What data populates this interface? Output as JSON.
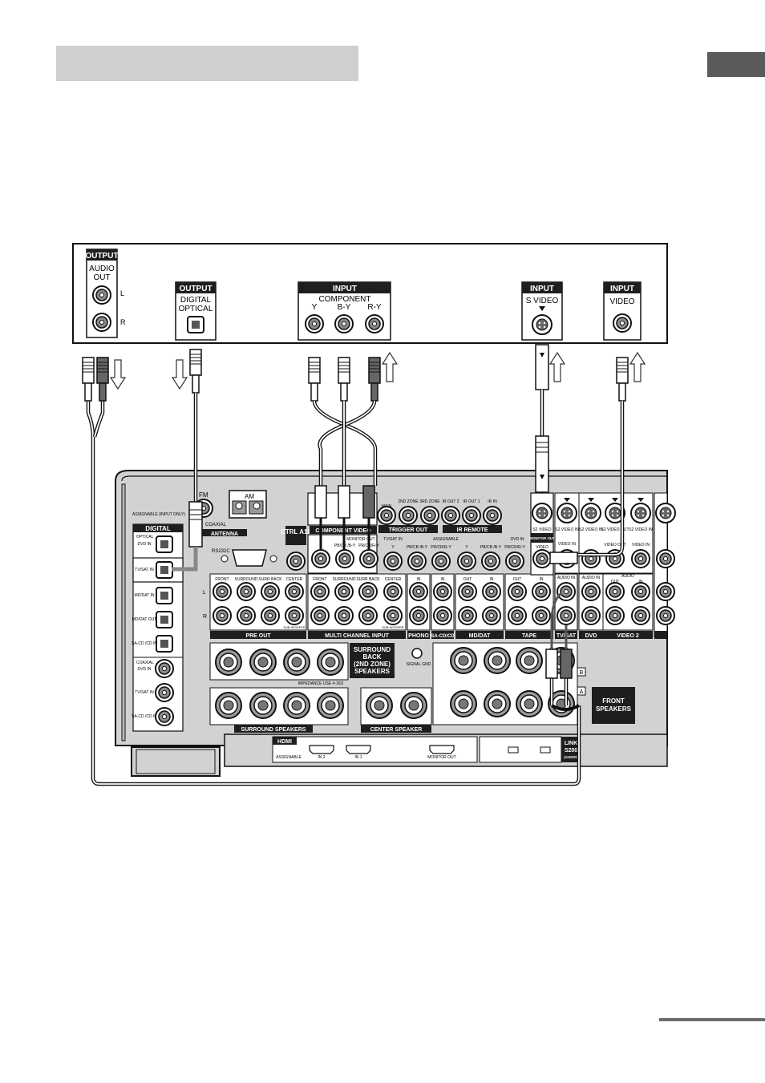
{
  "source_device": {
    "audio_out": {
      "header": "OUTPUT",
      "title_l1": "AUDIO",
      "title_l2": "OUT",
      "left": "L",
      "right": "R"
    },
    "digital_optical": {
      "header": "OUTPUT",
      "title_l1": "DIGITAL",
      "title_l2": "OPTICAL"
    },
    "component": {
      "header": "INPUT",
      "title": "COMPONENT",
      "jacks": [
        "Y",
        "B-Y",
        "R-Y"
      ]
    },
    "s_video": {
      "header": "INPUT",
      "title": "S VIDEO"
    },
    "video": {
      "header": "INPUT",
      "title": "VIDEO"
    }
  },
  "receiver": {
    "antenna": {
      "fm": "FM",
      "am": "AM",
      "coaxial": "COAXIAL",
      "label": "ANTENNA"
    },
    "digital": {
      "assignable": "ASSIGNABLE (INPUT ONLY)",
      "header": "DIGITAL",
      "optical": "OPTICAL",
      "coaxial": "COAXIAL",
      "optical_inputs": [
        "DVD IN",
        "TV/SAT IN",
        "MD/DAT IN",
        "MD/DAT OUT",
        "SA-CD /CD IN"
      ],
      "coaxial_inputs": [
        "DVD IN",
        "TV/SAT IN",
        "SA-CD /CD IN"
      ]
    },
    "ctrl": "CTRL A1II",
    "rs232c": "RS232C",
    "component_video": {
      "header": "COMPONENT VIDEO",
      "monitor_out": "MONITOR OUT",
      "tvsat_in": "TV/SAT IN",
      "dvd_in": "DVD IN",
      "assignable": "ASSIGNABLE",
      "jacks": [
        "Y",
        "PB/CB /B-Y",
        "PR/CR/R-Y",
        "Y",
        "PB/CB /B-Y",
        "PR/CR/R-Y",
        "Y",
        "PB/CB /B-Y",
        "PR/CR/R-Y"
      ]
    },
    "trigger_out": {
      "header": "TRIGGER OUT",
      "jacks": [
        "MAIN",
        "2ND ZONE",
        "3RD ZONE"
      ]
    },
    "ir_remote": {
      "header": "IR REMOTE",
      "jacks": [
        "IR OUT 2",
        "IR OUT 1",
        "IR IN"
      ]
    },
    "pre_out": {
      "header": "PRE OUT",
      "cols": [
        "FRONT",
        "SURROUND",
        "SURR BACK",
        "CENTER"
      ],
      "sub": "SUB WOOFER"
    },
    "multi_channel": {
      "header": "MULTI CHANNEL INPUT",
      "cols": [
        "FRONT",
        "SURROUND",
        "SURR BACK",
        "CENTER"
      ],
      "sub": "SUB WOOFER"
    },
    "phono": {
      "header": "PHONO",
      "col": "IN"
    },
    "sacd": {
      "header": "SA-CD/CD",
      "col": "IN"
    },
    "md_dat": {
      "header": "MD/DAT",
      "cols": [
        "OUT",
        "IN"
      ]
    },
    "tape": {
      "header": "TAPE",
      "cols": [
        "OUT",
        "IN"
      ]
    },
    "tvsat": {
      "header": "TV/SAT",
      "monitor": "MONITOR OUT",
      "s2": "S2 VIDEO",
      "video": "VIDEO",
      "audio_in": "AUDIO IN"
    },
    "dvd": {
      "header": "DVD",
      "s2": "S2 VIDEO IN",
      "video": "VIDEO IN",
      "audio": "AUDIO IN"
    },
    "video2": {
      "header": "VIDEO 2",
      "s2out": "S2 VIDEO OUT",
      "s2in": "S2 VIDEO IN",
      "vout": "VIDEO OUT",
      "vin": "VIDEO IN",
      "audio": "AUDIO",
      "out": "OUT",
      "in": "IN"
    },
    "channel_l": "L",
    "channel_r": "R",
    "speakers": {
      "surround_back": [
        "SURROUND",
        "BACK",
        "(2ND ZONE)",
        "SPEAKERS"
      ],
      "signal_gnd": "SIGNAL GND",
      "impedance": "IMPEDANCE USE 4-16Ω",
      "surround": "SURROUND SPEAKERS",
      "center": "CENTER SPEAKER",
      "front_l1": "FRONT",
      "front_l2": "SPEAKERS",
      "b": "B",
      "a": "A"
    },
    "hdmi": {
      "header": "HDMI",
      "assignable": "ASSIGNABLE",
      "in2": "IN 2",
      "in1": "IN 1",
      "monitor_out": "MONITOR OUT"
    },
    "dlink": [
      "LINK",
      "S200",
      "(AUDIO)"
    ]
  },
  "colors": {
    "panel": "#d2d2d2",
    "label_box": "#1e1e1e",
    "title_bar": "#cfcfcf",
    "side_tab": "#5a5a5a",
    "highlight": "#ffffff"
  }
}
